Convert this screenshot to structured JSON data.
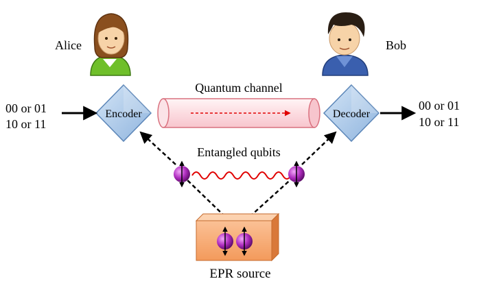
{
  "people": {
    "alice": {
      "name": "Alice",
      "icon": "alice-avatar-icon"
    },
    "bob": {
      "name": "Bob",
      "icon": "bob-avatar-icon"
    }
  },
  "nodes": {
    "encoder": "Encoder",
    "decoder": "Decoder",
    "source": "EPR source"
  },
  "channel": {
    "label": "Quantum channel"
  },
  "entangled": {
    "label": "Entangled qubits"
  },
  "input": {
    "line1": "00 or 01",
    "line2": "10 or 11"
  },
  "output": {
    "line1": "00 or 01",
    "line2": "10 or 11"
  },
  "colors": {
    "diamond": "#a9c8e8",
    "diamond_edge": "#5c86b8",
    "tube": "#fde6e9",
    "tube_edge": "#d9707e",
    "box": "#f9b07c",
    "box_edge": "#c56a2c",
    "qubit": "#b02ec0",
    "wave": "#e00000",
    "channel_arrow": "#e00000"
  }
}
